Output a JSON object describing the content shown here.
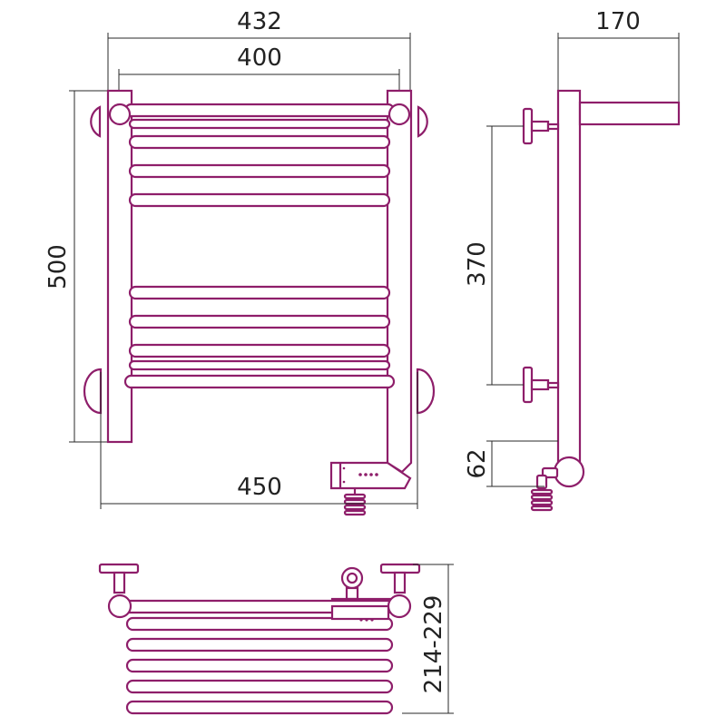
{
  "dimensions": {
    "front_outer_width": "432",
    "front_inner_width": "400",
    "front_height": "500",
    "front_bottom_width": "450",
    "side_depth": "170",
    "side_mount_spacing": "370",
    "side_bottom_offset": "62",
    "top_depth_range": "214-229"
  },
  "colors": {
    "pipe": "#8e1e6a",
    "dimension_line": "#2a2a2a"
  }
}
